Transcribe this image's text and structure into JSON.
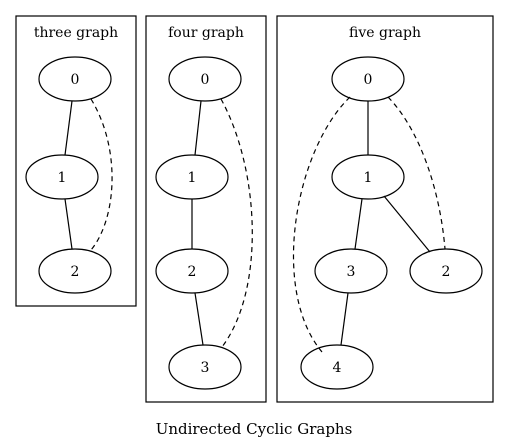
{
  "diagram": {
    "caption": "Undirected Cyclic Graphs",
    "clusters": [
      {
        "id": "three",
        "title": "three graph",
        "nodes": [
          {
            "id": "0",
            "label": "0"
          },
          {
            "id": "1",
            "label": "1"
          },
          {
            "id": "2",
            "label": "2"
          }
        ],
        "edges": [
          {
            "from": "0",
            "to": "1",
            "style": "solid"
          },
          {
            "from": "1",
            "to": "2",
            "style": "solid"
          },
          {
            "from": "0",
            "to": "2",
            "style": "dashed"
          }
        ]
      },
      {
        "id": "four",
        "title": "four graph",
        "nodes": [
          {
            "id": "0",
            "label": "0"
          },
          {
            "id": "1",
            "label": "1"
          },
          {
            "id": "2",
            "label": "2"
          },
          {
            "id": "3",
            "label": "3"
          }
        ],
        "edges": [
          {
            "from": "0",
            "to": "1",
            "style": "solid"
          },
          {
            "from": "1",
            "to": "2",
            "style": "solid"
          },
          {
            "from": "2",
            "to": "3",
            "style": "solid"
          },
          {
            "from": "0",
            "to": "3",
            "style": "dashed"
          }
        ]
      },
      {
        "id": "five",
        "title": "five graph",
        "nodes": [
          {
            "id": "0",
            "label": "0"
          },
          {
            "id": "1",
            "label": "1"
          },
          {
            "id": "3",
            "label": "3"
          },
          {
            "id": "2",
            "label": "2"
          },
          {
            "id": "4",
            "label": "4"
          }
        ],
        "edges": [
          {
            "from": "0",
            "to": "1",
            "style": "solid"
          },
          {
            "from": "1",
            "to": "3",
            "style": "solid"
          },
          {
            "from": "1",
            "to": "2",
            "style": "solid"
          },
          {
            "from": "3",
            "to": "4",
            "style": "solid"
          },
          {
            "from": "0",
            "to": "2",
            "style": "dashed"
          },
          {
            "from": "0",
            "to": "4",
            "style": "dashed"
          }
        ]
      }
    ]
  }
}
